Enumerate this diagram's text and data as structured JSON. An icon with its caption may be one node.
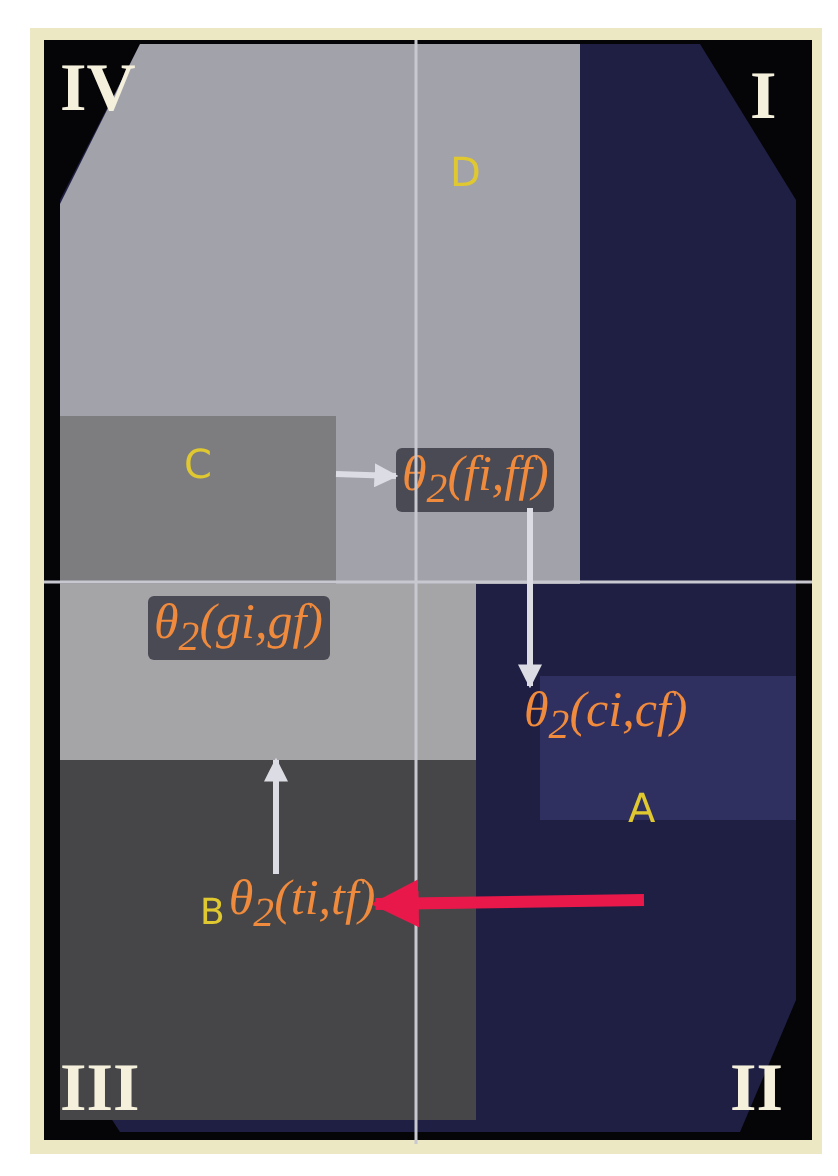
{
  "diagram": {
    "nodes": [
      {
        "text": [
          "D"
        ]
      },
      {
        "text": [
          "C"
        ],
        "in": 0
      },
      {
        "text": [
          "θ$_{2}$(fi,ff)"
        ],
        "in": 0
      },
      {
        "text": [
          "θ$_{2}$(gi,gf)"
        ]
      },
      {
        "text": [
          "θ$_{2}$(ci,cf)"
        ]
      },
      {
        "text": [
          "A"
        ]
      },
      {
        "text": [
          "B",
          "θ$_{2}$(ti,tf)"
        ]
      }
    ],
    "edges": [
      {
        "from": 1,
        "to": 2,
        "arrow": "to"
      },
      {
        "from": 2,
        "to": 4,
        "arrow": "to"
      },
      {
        "from": 6,
        "to": 3,
        "arrow": "to"
      },
      {
        "from": null,
        "to": 6,
        "arrow": "to",
        "style": "thick",
        "color": "#e8194a"
      }
    ],
    "labels": [
      "IV",
      "I",
      "III",
      "II"
    ]
  }
}
